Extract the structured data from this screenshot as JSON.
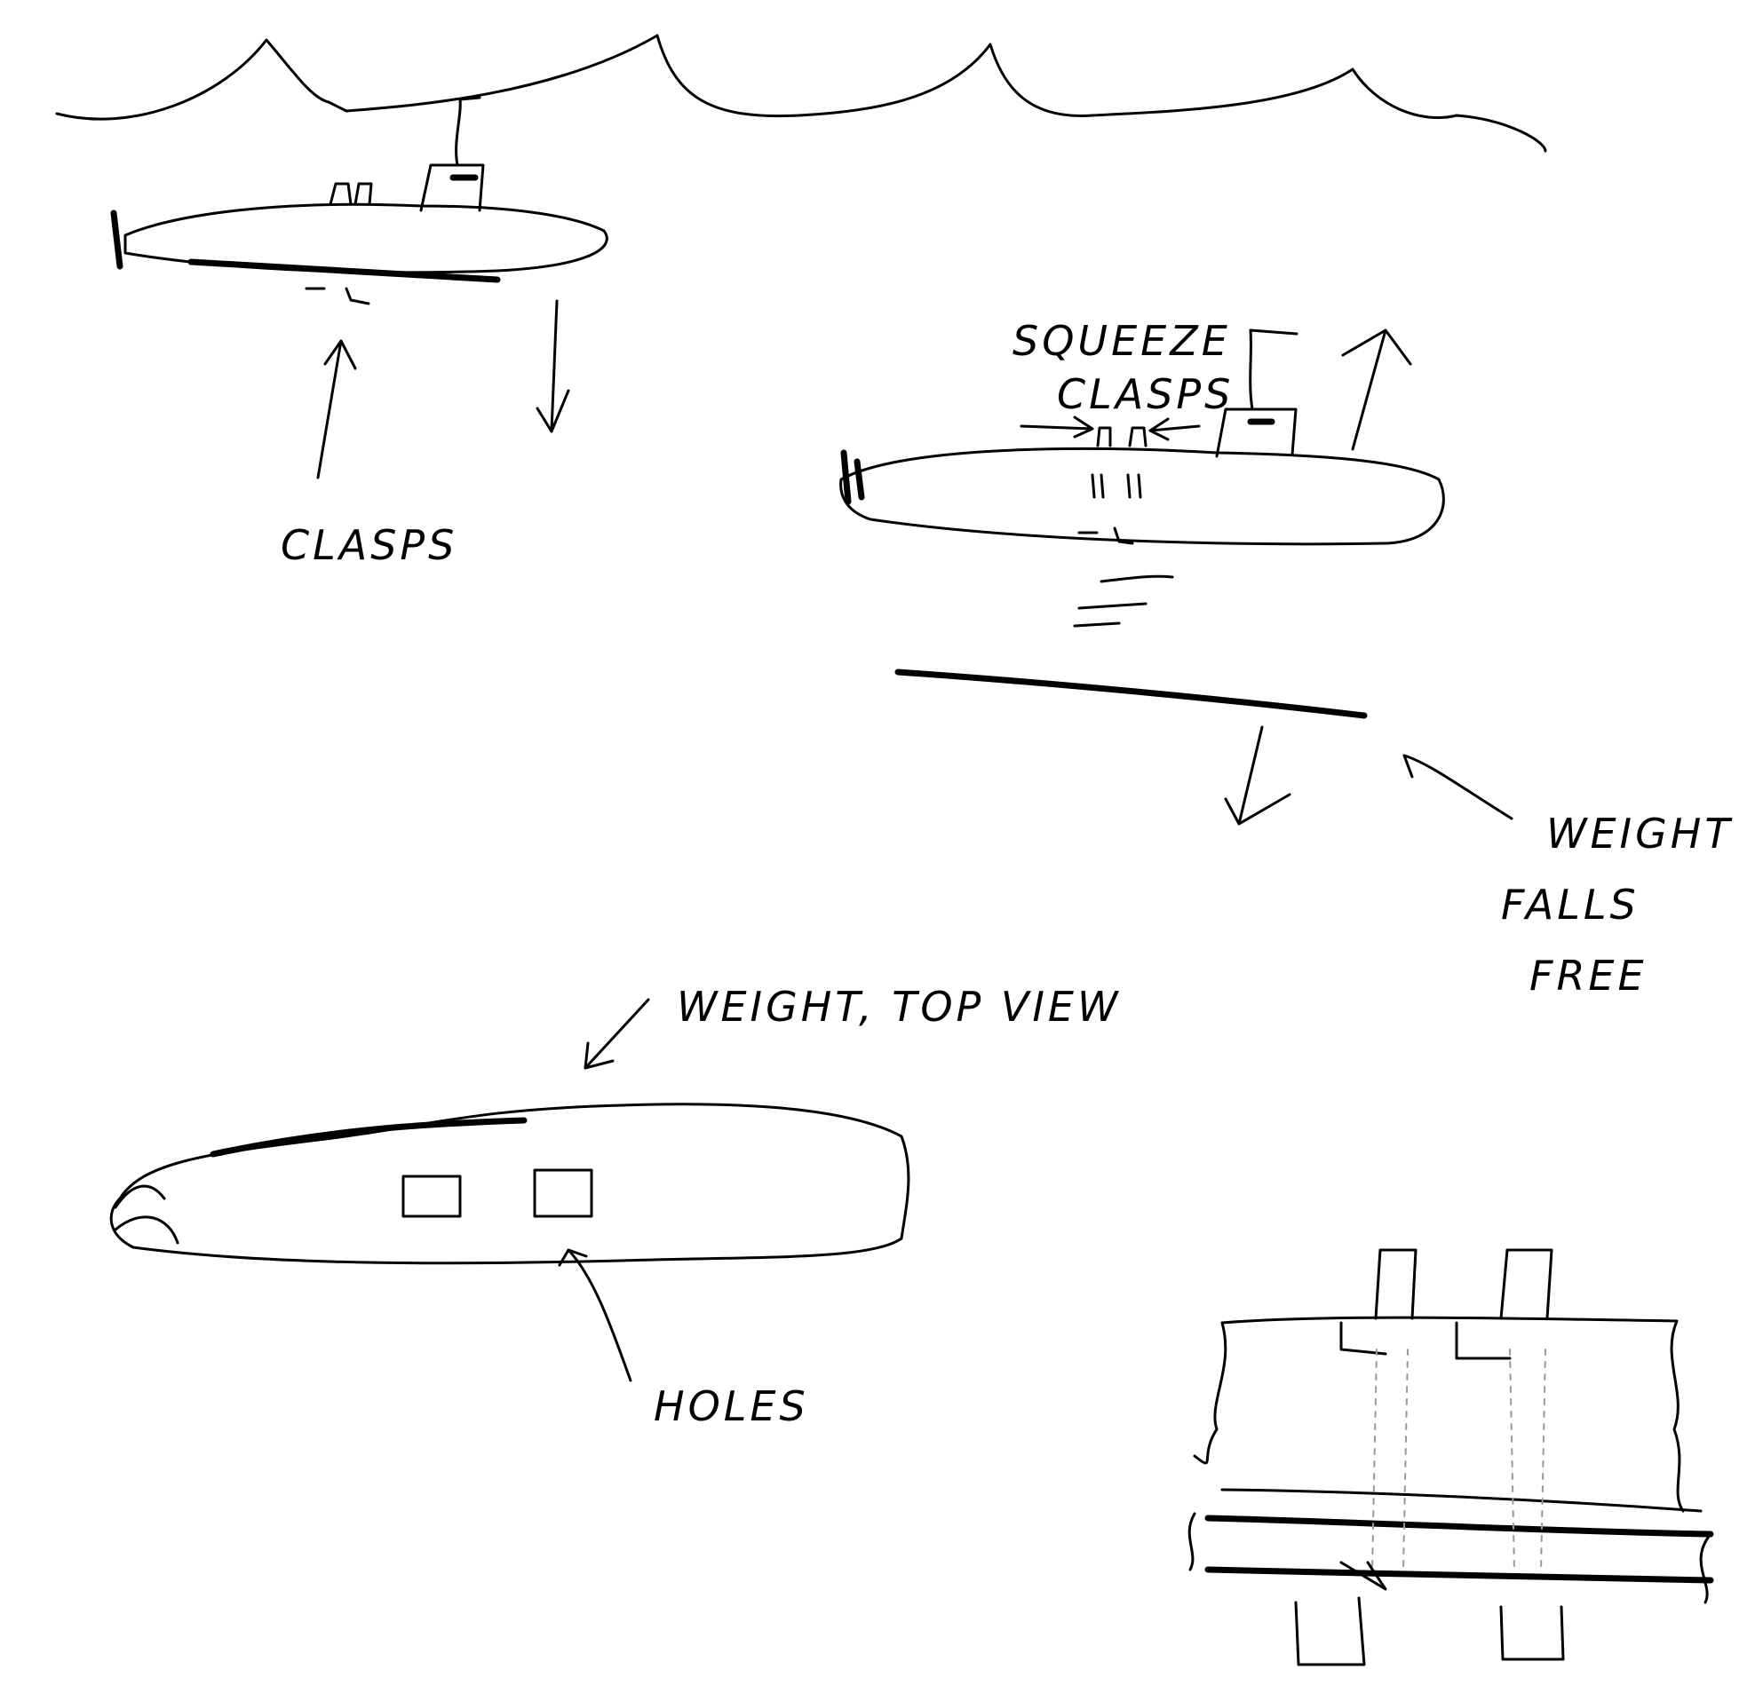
{
  "labels": {
    "clasps": "CLASPS",
    "squeeze": "SQUEEZE",
    "squeeze_clasps": "CLASPS",
    "weight": "WEIGHT",
    "falls": "FALLS",
    "free": "FREE",
    "weight_top_view": "WEIGHT, TOP VIEW",
    "holes": "HOLES"
  },
  "colors": {
    "ink": "#000000",
    "paper": "#ffffff"
  }
}
